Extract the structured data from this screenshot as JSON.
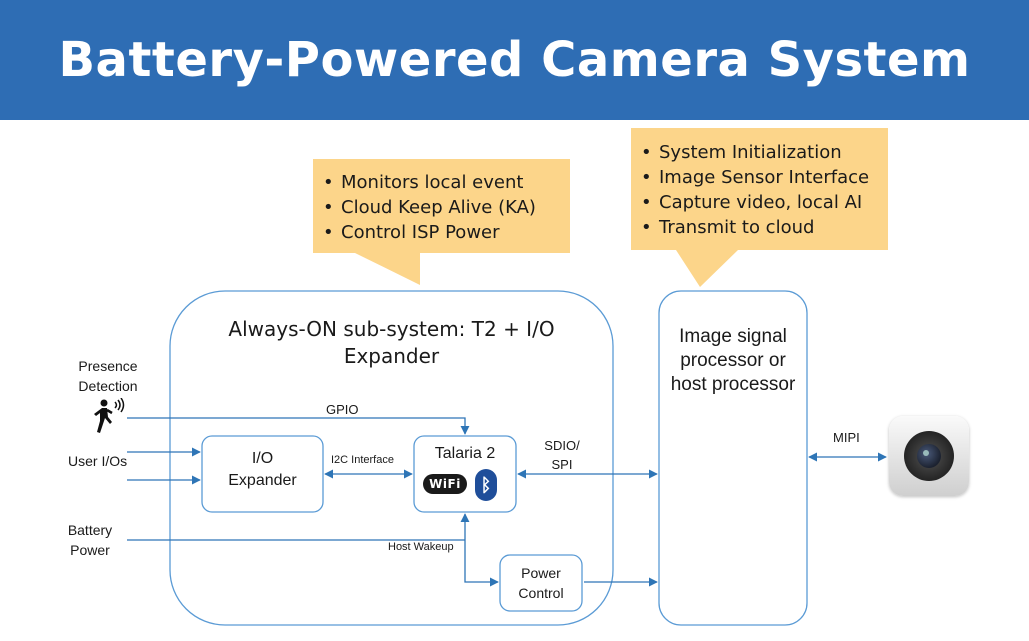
{
  "title": "Battery-Powered Camera System",
  "callout_left": {
    "items": [
      "Monitors local event",
      "Cloud Keep Alive (KA)",
      "Control ISP Power"
    ]
  },
  "callout_right": {
    "items": [
      "System Initialization",
      "Image Sensor Interface",
      "Capture video, local AI",
      "Transmit to cloud"
    ]
  },
  "subsystem": {
    "title_line1": "Always-ON sub-system: T2 + I/O",
    "title_line2": "Expander"
  },
  "isp": {
    "line1": "Image signal",
    "line2": "processor or",
    "line3": "host processor"
  },
  "blocks": {
    "io_expander_line1": "I/O",
    "io_expander_line2": "Expander",
    "talaria": "Talaria 2",
    "power_control_line1": "Power",
    "power_control_line2": "Control"
  },
  "inputs": {
    "presence_line1": "Presence",
    "presence_line2": "Detection",
    "user_ios": "User I/Os",
    "battery_line1": "Battery",
    "battery_line2": "Power"
  },
  "signals": {
    "gpio": "GPIO",
    "i2c": "I2C Interface",
    "sdio_line1": "SDIO/",
    "sdio_line2": "SPI",
    "host_wakeup": "Host Wakeup",
    "mipi": "MIPI"
  },
  "badges": {
    "wifi": "WiFi",
    "bluetooth": "ᛒ"
  },
  "icons": {
    "presence": "person-walking-motion-icon",
    "wifi": "wifi-logo-icon",
    "bluetooth": "bluetooth-icon",
    "camera": "camera-icon"
  },
  "colors": {
    "header": "#2e6db4",
    "callout": "#fcd58a",
    "box_border": "#5b9bd5",
    "arrow": "#2e75b6"
  }
}
